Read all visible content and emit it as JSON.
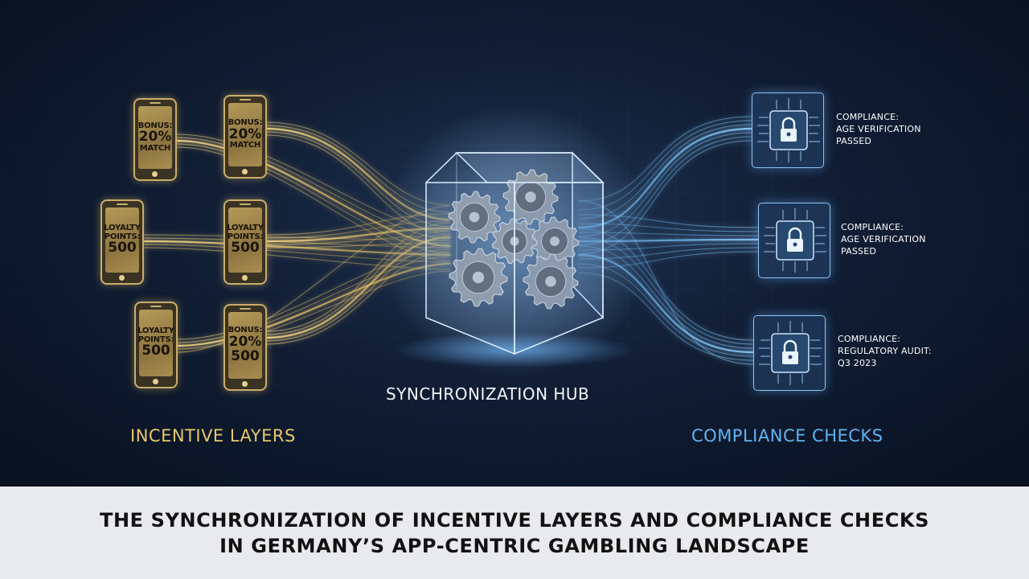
{
  "incentive_phones": [
    {
      "line1": "BONUS:",
      "line2": "20%",
      "line3": "MATCH"
    },
    {
      "line1": "BONUS:",
      "line2": "20%",
      "line3": "MATCH"
    },
    {
      "line1": "LOYALTY",
      "line2": "POINTS:",
      "line3": "500"
    },
    {
      "line1": "LOYALTY",
      "line2": "POINTS:",
      "line3": "500"
    },
    {
      "line1": "LOYALTY",
      "line2": "POINTS:",
      "line3": "500"
    },
    {
      "line1": "BONUS:",
      "line2": "20%",
      "line3": "500"
    }
  ],
  "hub_label": "SYNCHRONIZATION HUB",
  "incentive_label": "INCENTIVE LAYERS",
  "compliance_label": "COMPLIANCE CHECKS",
  "compliance_items": [
    {
      "line1": "COMPLIANCE:",
      "line2": "AGE VERIFICATION",
      "line3": "PASSED"
    },
    {
      "line1": "COMPLIANCE:",
      "line2": "AGE VERIFICATION",
      "line3": "PASSED"
    },
    {
      "line1": "COMPLIANCE:",
      "line2": "REGULATORY AUDIT:",
      "line3": "Q3 2023"
    }
  ],
  "caption": {
    "line1": "THE SYNCHRONIZATION OF INCENTIVE LAYERS AND COMPLIANCE CHECKS",
    "line2": "IN GERMANY’S APP-CENTRIC GAMBLING LANDSCAPE"
  },
  "colors": {
    "gold": "#e9c66a",
    "blue": "#5fb4f3",
    "background": "#0d1a2e"
  },
  "icons": [
    "phone-icon",
    "gear-icon",
    "padlock-chip-icon"
  ]
}
